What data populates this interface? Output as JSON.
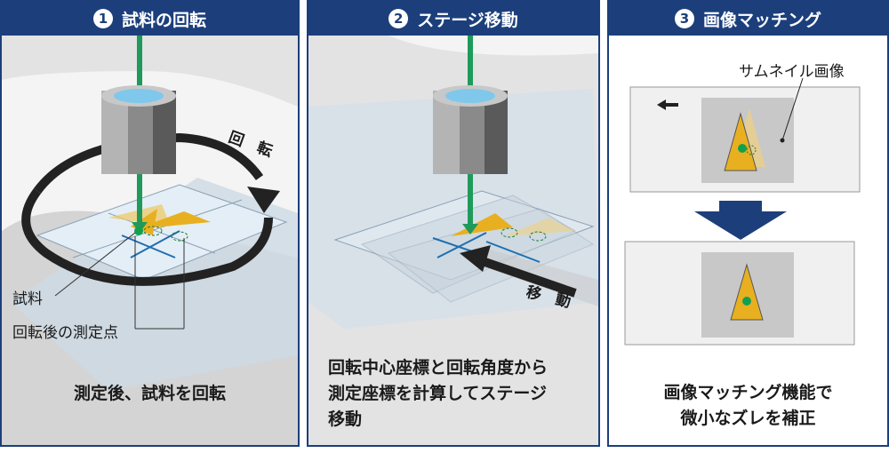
{
  "panels": [
    {
      "number": "1",
      "title": "試料の回転",
      "rotation_label": "回　転",
      "label_sample": "試料",
      "label_point": "回転後の測定点",
      "caption": "測定後、試料を回転"
    },
    {
      "number": "2",
      "title": "ステージ移動",
      "move_label": "移　動",
      "caption": "回転中心座標と回転角度から\n測定座標を計算してステージ\n移動"
    },
    {
      "number": "3",
      "title": "画像マッチング",
      "thumb_label": "サムネイル画像",
      "caption": "画像マッチング機能で\n微小なズレを補正"
    }
  ],
  "colors": {
    "header": "#1c3f7c",
    "beam": "#1f9a5a",
    "sample": "#e8b020",
    "axis": "#1e6fb0",
    "point": "#12a050"
  }
}
